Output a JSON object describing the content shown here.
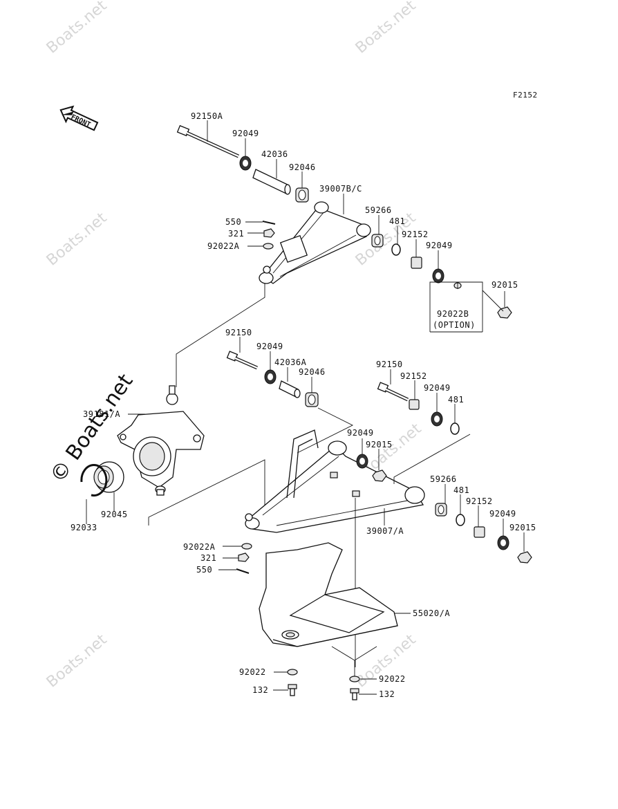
{
  "figure_code": "F2152",
  "front_label": "FRONT",
  "watermark": "Boats.net",
  "watermark_big": "© Boats.net",
  "labels": {
    "p92150A": "92150A",
    "p92049_a": "92049",
    "p42036": "42036",
    "p92046_a": "92046",
    "p39007BC": "39007B/C",
    "p550_a": "550",
    "p321_a": "321",
    "p92022A_a": "92022A",
    "p59266_a": "59266",
    "p481_a": "481",
    "p92152_a": "92152",
    "p92049_b": "92049",
    "p92015_a": "92015",
    "p92022B": "92022B",
    "option": "(OPTION)",
    "p92150": "92150",
    "p92049_c": "92049",
    "p42036A": "42036A",
    "p92046_b": "92046",
    "p92150_b": "92150",
    "p92152_b": "92152",
    "p92049_d": "92049",
    "p481_b": "481",
    "p39181A": "39181/A",
    "p92049_e": "92049",
    "p92015_b": "92015",
    "p92045": "92045",
    "p92033": "92033",
    "p59266_b": "59266",
    "p481_c": "481",
    "p92152_c": "92152",
    "p92049_f": "92049",
    "p92015_c": "92015",
    "p39007A": "39007/A",
    "p92022A_b": "92022A",
    "p321_b": "321",
    "p550_b": "550",
    "p55020A": "55020/A",
    "p92022_a": "92022",
    "p92022_b": "92022",
    "p132_a": "132",
    "p132_b": "132"
  }
}
